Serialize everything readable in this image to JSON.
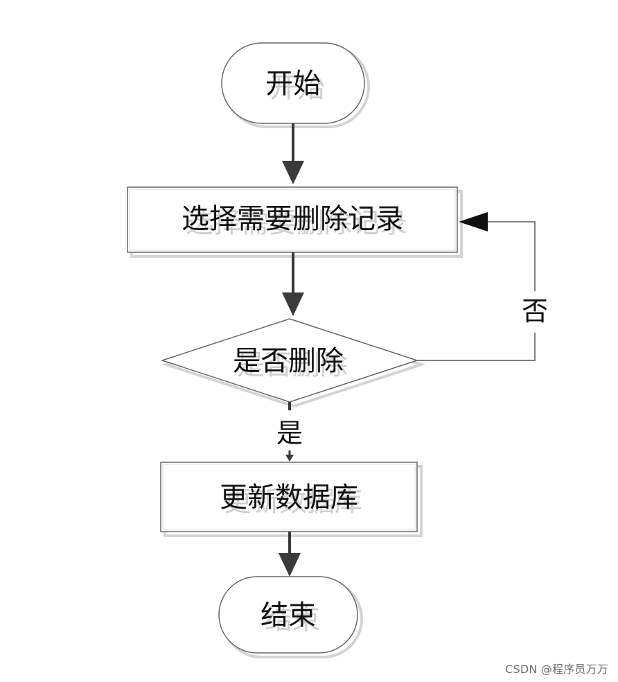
{
  "nodes": {
    "start": {
      "label": "开始",
      "shape": "terminal"
    },
    "select": {
      "label": "选择需要删除记录",
      "shape": "process"
    },
    "decision": {
      "label": "是否删除",
      "shape": "decision"
    },
    "update": {
      "label": "更新数据库",
      "shape": "process"
    },
    "end": {
      "label": "结束",
      "shape": "terminal"
    }
  },
  "edges": {
    "start_to_select": {
      "label": ""
    },
    "select_to_decision": {
      "label": ""
    },
    "decision_no_to_select": {
      "label": "否"
    },
    "decision_yes_to_update": {
      "label": "是"
    },
    "update_to_end": {
      "label": ""
    }
  },
  "colors": {
    "stroke": "#666666",
    "shadow": "#d4d4d4",
    "arrow": "#3a3a3a",
    "text": "#111111"
  },
  "watermark": "CSDN @程序员万万"
}
